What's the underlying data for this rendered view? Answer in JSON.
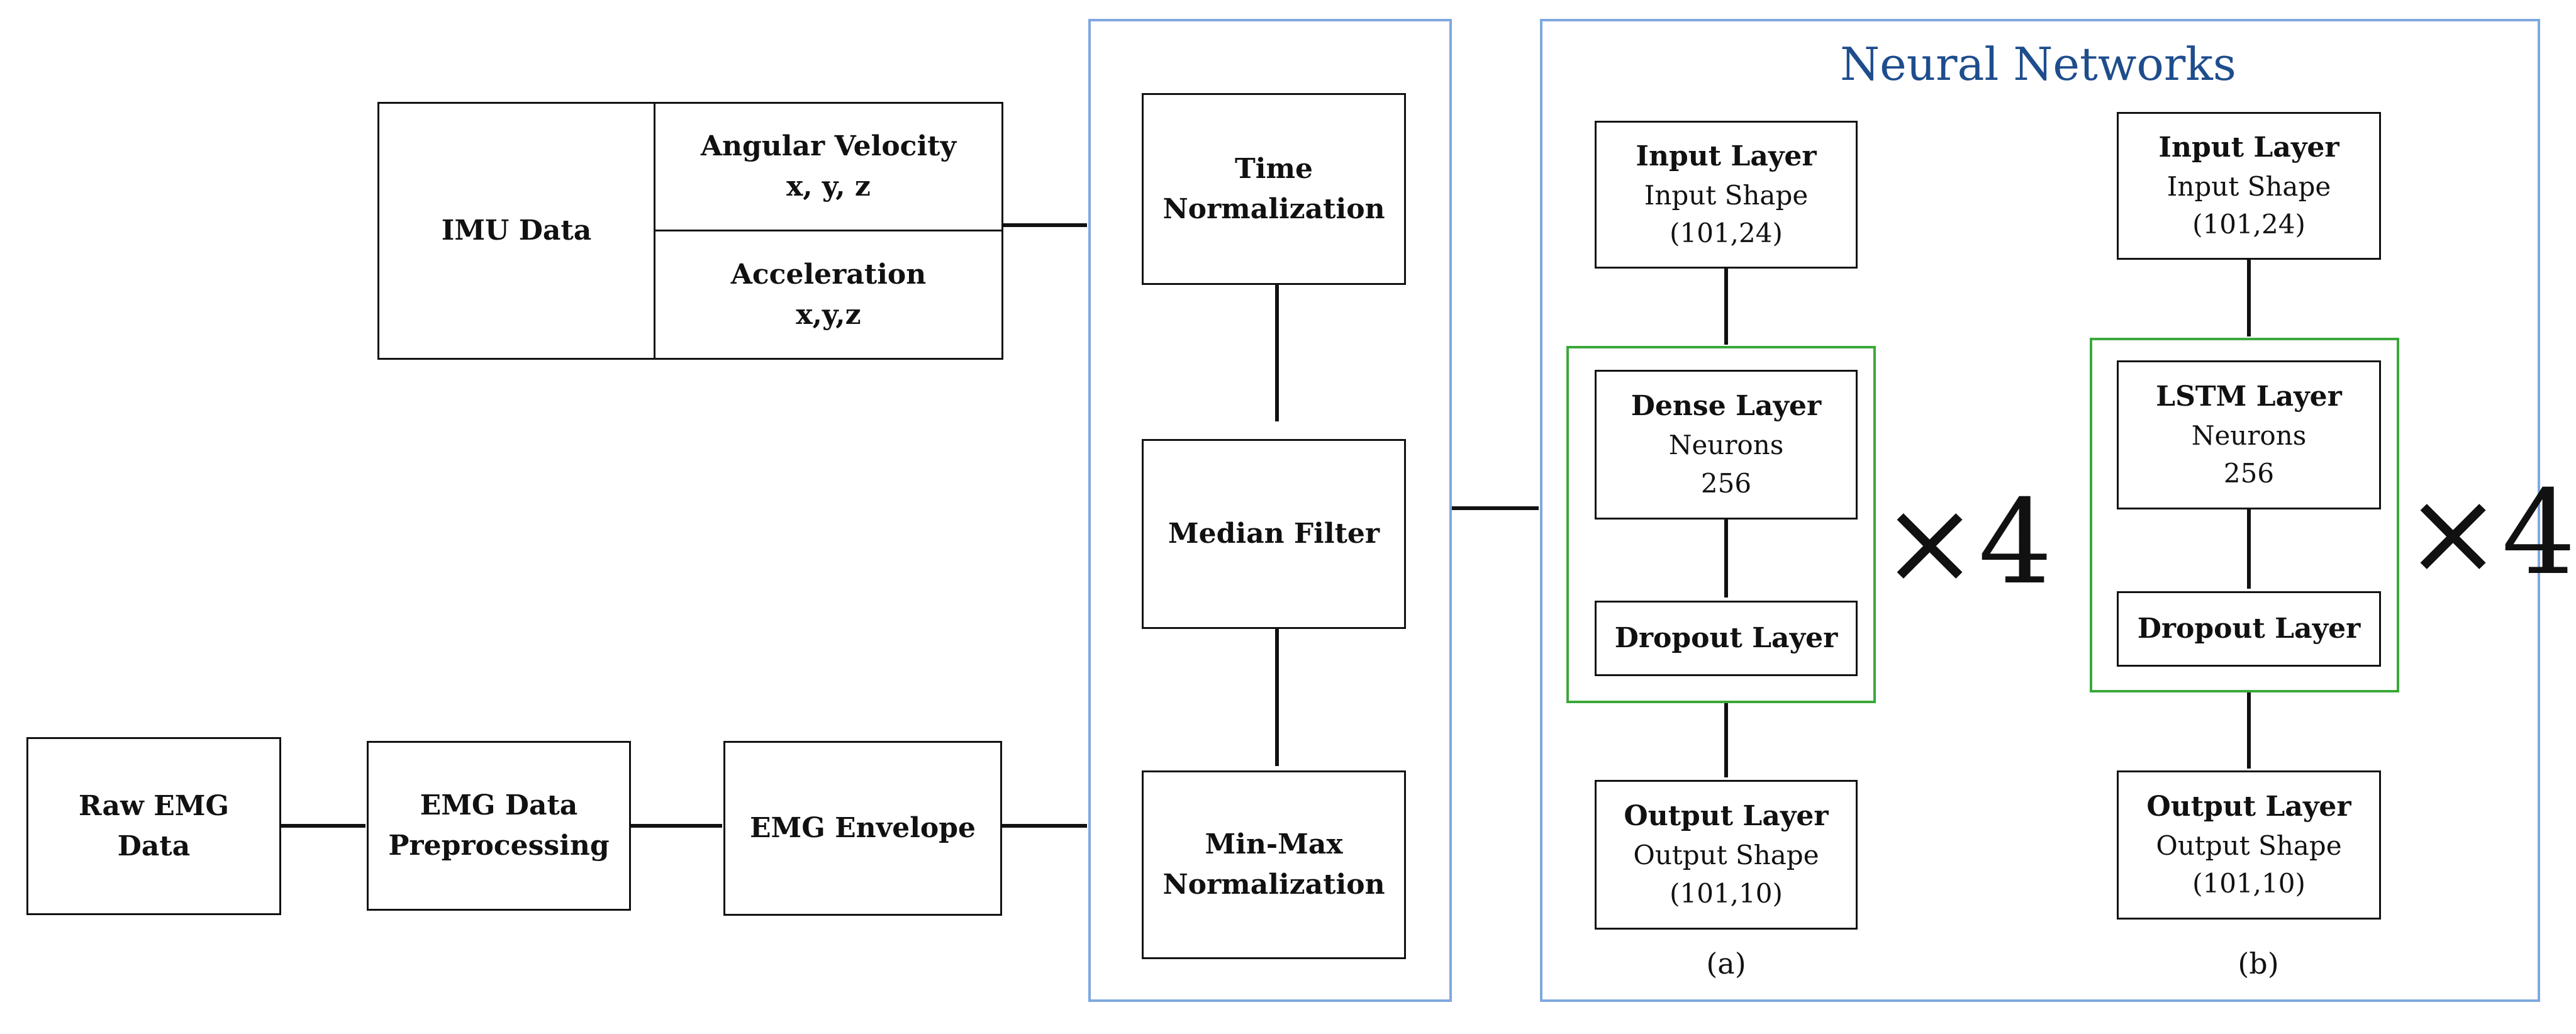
{
  "imu": {
    "label": "IMU Data",
    "angular_velocity": {
      "title": "Angular Velocity",
      "axes": "x, y, z"
    },
    "acceleration": {
      "title": "Acceleration",
      "axes": "x,y,z"
    }
  },
  "emg": {
    "raw": "Raw EMG Data",
    "preprocessing": "EMG Data Preprocessing",
    "envelope": "EMG Envelope"
  },
  "processing": {
    "time_norm": "Time Normalization",
    "median": "Median Filter",
    "minmax": "Min-Max Normalization"
  },
  "nn": {
    "title": "Neural Networks",
    "a": {
      "input_title": "Input Layer",
      "input_sub": "Input Shape",
      "input_val": "(101,24)",
      "hidden_title": "Dense Layer",
      "hidden_sub": "Neurons",
      "hidden_val": "256",
      "dropout": "Dropout Layer",
      "repeat": "×4",
      "output_title": "Output Layer",
      "output_sub": "Output Shape",
      "output_val": "(101,10)",
      "caption": "(a)"
    },
    "b": {
      "input_title": "Input Layer",
      "input_sub": "Input Shape",
      "input_val": "(101,24)",
      "hidden_title": "LSTM Layer",
      "hidden_sub": "Neurons",
      "hidden_val": "256",
      "dropout": "Dropout Layer",
      "repeat": "×4",
      "output_title": "Output Layer",
      "output_sub": "Output Shape",
      "output_val": "(101,10)",
      "caption": "(b)"
    }
  },
  "colors": {
    "group_border": "#7fa8e0",
    "repeat_border": "#3aa83a",
    "title": "#1e4d8c"
  }
}
